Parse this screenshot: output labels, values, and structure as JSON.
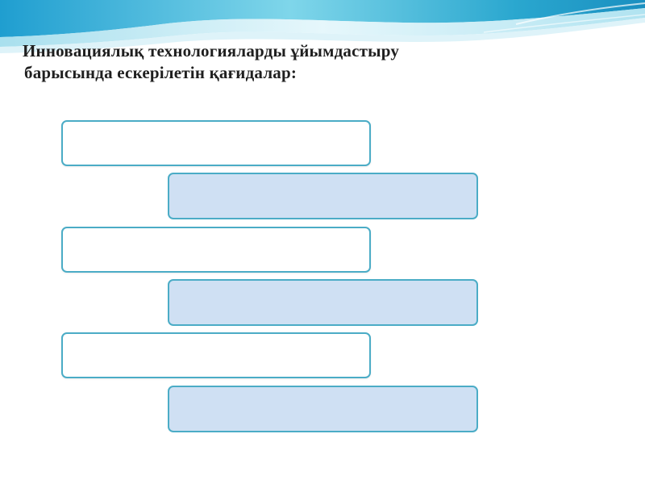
{
  "slide": {
    "title_line1": "Инновациялық технологияларды  ұйымдастыру",
    "title_line2": "барысында ескерілетін қағидалар:",
    "boxes": [
      {
        "kind": "white",
        "text": ""
      },
      {
        "kind": "blue",
        "text": ""
      },
      {
        "kind": "white",
        "text": ""
      },
      {
        "kind": "blue",
        "text": ""
      },
      {
        "kind": "white",
        "text": ""
      },
      {
        "kind": "blue",
        "text": ""
      }
    ]
  },
  "colors": {
    "box_border": "#4bacc6",
    "blue_box_fill": "#cfe0f3",
    "title_text": "#1f1f1f",
    "header_wave_light": "#bfe7f2",
    "header_wave_mid": "#79cfe6",
    "header_wave_dark": "#2aa7cf"
  }
}
